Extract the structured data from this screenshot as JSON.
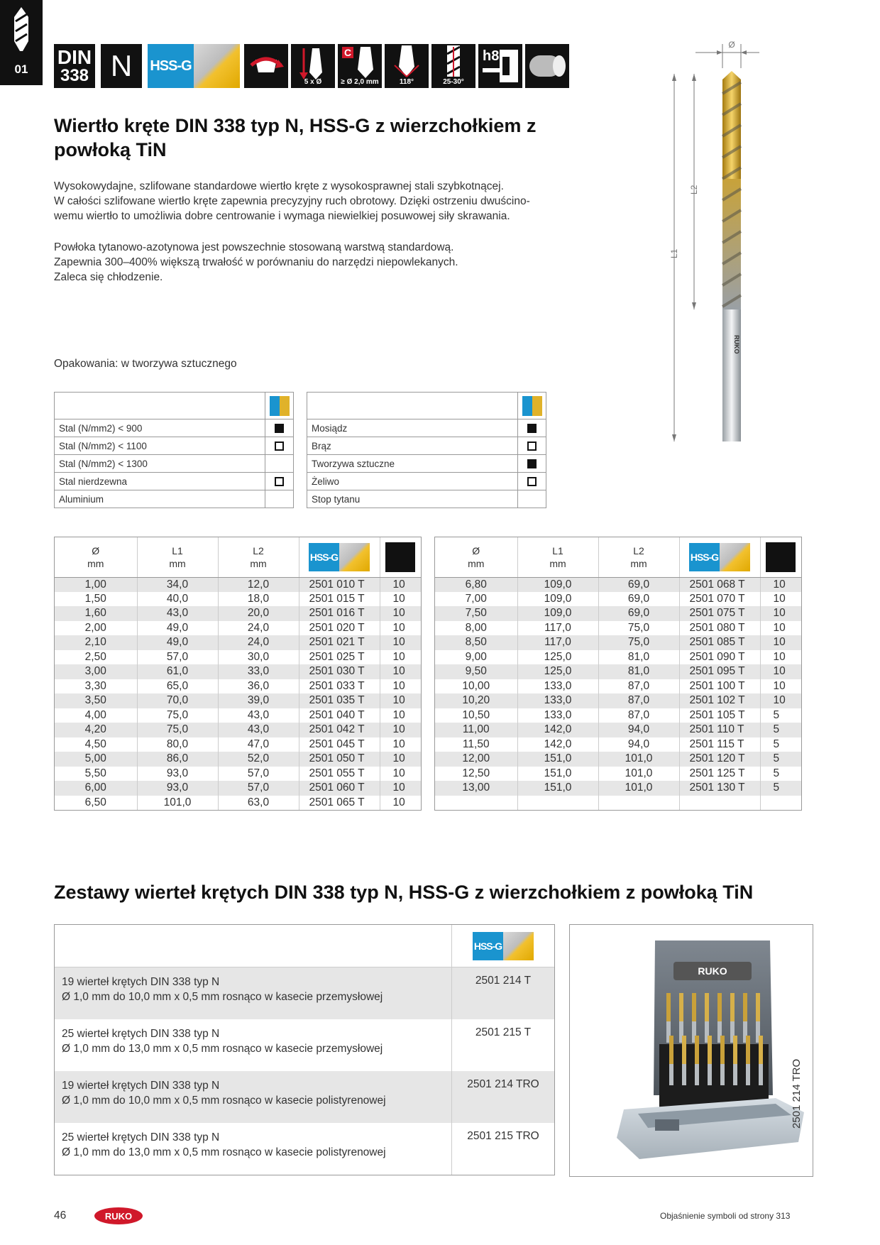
{
  "chapter": "01",
  "icons": {
    "din_top": "DIN",
    "din_bottom": "338",
    "type": "N",
    "material": "HSS-G",
    "depth": "5 x Ø",
    "point_min": "≥ Ø 2,0 mm",
    "angle": "118°",
    "helix": "25-30°",
    "tolerance": "h8"
  },
  "title": "Wiertło kręte DIN 338 typ N, HSS-G z wierzchołkiem z powłoką TiN",
  "intro": [
    "Wysokowydajne, szlifowane standardowe wiertło kręte z wysokosprawnej stali szybkotnącej.",
    "W całości szlifowane wiertło kręte zapewnia precyzyjny ruch obrotowy. Dzięki ostrzeniu dwuścino-",
    "wemu wiertło to umożliwia dobre centrowanie i wymaga niewielkiej posuwowej siły skrawania."
  ],
  "coating": [
    "Powłoka tytanowo-azotynowa jest powszechnie stosowaną warstwą standardową.",
    "Zapewnia 300–400% większą trwałość w porównaniu do narzędzi niepowlekanych.",
    "Zaleca się chłodzenie."
  ],
  "packaging": "Opakowania: w tworzywa sztucznego",
  "diagram": {
    "dia": "Ø",
    "l1": "L1",
    "l2": "L2",
    "brand": "RUKO"
  },
  "materials_left": [
    {
      "label": "Stal (N/mm2) < 900",
      "mark": "full"
    },
    {
      "label": "Stal (N/mm2) < 1100",
      "mark": "empty"
    },
    {
      "label": "Stal (N/mm2) < 1300",
      "mark": "none"
    },
    {
      "label": "Stal nierdzewna",
      "mark": "empty"
    },
    {
      "label": "Aluminium",
      "mark": "none"
    }
  ],
  "materials_right": [
    {
      "label": "Mosiądz",
      "mark": "full"
    },
    {
      "label": "Brąz",
      "mark": "empty"
    },
    {
      "label": "Tworzywa sztuczne",
      "mark": "full"
    },
    {
      "label": "Żeliwo",
      "mark": "empty"
    },
    {
      "label": "Stop tytanu",
      "mark": "none"
    }
  ],
  "size_headers": {
    "d": "Ø",
    "l1": "L1",
    "l2": "L2",
    "unit": "mm",
    "hss": "HSS-G"
  },
  "sizes_left": [
    [
      "1,00",
      "34,0",
      "12,0",
      "2501 010 T",
      "10"
    ],
    [
      "1,50",
      "40,0",
      "18,0",
      "2501 015 T",
      "10"
    ],
    [
      "1,60",
      "43,0",
      "20,0",
      "2501 016 T",
      "10"
    ],
    [
      "2,00",
      "49,0",
      "24,0",
      "2501 020 T",
      "10"
    ],
    [
      "2,10",
      "49,0",
      "24,0",
      "2501 021 T",
      "10"
    ],
    [
      "2,50",
      "57,0",
      "30,0",
      "2501 025 T",
      "10"
    ],
    [
      "3,00",
      "61,0",
      "33,0",
      "2501 030 T",
      "10"
    ],
    [
      "3,30",
      "65,0",
      "36,0",
      "2501 033 T",
      "10"
    ],
    [
      "3,50",
      "70,0",
      "39,0",
      "2501 035 T",
      "10"
    ],
    [
      "4,00",
      "75,0",
      "43,0",
      "2501 040 T",
      "10"
    ],
    [
      "4,20",
      "75,0",
      "43,0",
      "2501 042 T",
      "10"
    ],
    [
      "4,50",
      "80,0",
      "47,0",
      "2501 045 T",
      "10"
    ],
    [
      "5,00",
      "86,0",
      "52,0",
      "2501 050 T",
      "10"
    ],
    [
      "5,50",
      "93,0",
      "57,0",
      "2501 055 T",
      "10"
    ],
    [
      "6,00",
      "93,0",
      "57,0",
      "2501 060 T",
      "10"
    ],
    [
      "6,50",
      "101,0",
      "63,0",
      "2501 065 T",
      "10"
    ]
  ],
  "sizes_right": [
    [
      "6,80",
      "109,0",
      "69,0",
      "2501 068 T",
      "10"
    ],
    [
      "7,00",
      "109,0",
      "69,0",
      "2501 070 T",
      "10"
    ],
    [
      "7,50",
      "109,0",
      "69,0",
      "2501 075 T",
      "10"
    ],
    [
      "8,00",
      "117,0",
      "75,0",
      "2501 080 T",
      "10"
    ],
    [
      "8,50",
      "117,0",
      "75,0",
      "2501 085 T",
      "10"
    ],
    [
      "9,00",
      "125,0",
      "81,0",
      "2501 090 T",
      "10"
    ],
    [
      "9,50",
      "125,0",
      "81,0",
      "2501 095 T",
      "10"
    ],
    [
      "10,00",
      "133,0",
      "87,0",
      "2501 100 T",
      "10"
    ],
    [
      "10,20",
      "133,0",
      "87,0",
      "2501 102 T",
      "10"
    ],
    [
      "10,50",
      "133,0",
      "87,0",
      "2501 105 T",
      "5"
    ],
    [
      "11,00",
      "142,0",
      "94,0",
      "2501 110 T",
      "5"
    ],
    [
      "11,50",
      "142,0",
      "94,0",
      "2501 115 T",
      "5"
    ],
    [
      "12,00",
      "151,0",
      "101,0",
      "2501 120 T",
      "5"
    ],
    [
      "12,50",
      "151,0",
      "101,0",
      "2501 125 T",
      "5"
    ],
    [
      "13,00",
      "151,0",
      "101,0",
      "2501 130 T",
      "5"
    ],
    [
      "",
      "",
      "",
      "",
      ""
    ]
  ],
  "sets_title": "Zestawy wierteł krętych DIN 338 typ N, HSS-G z wierzchołkiem z powłoką TiN",
  "sets": [
    {
      "line1": "19 wierteł krętych DIN 338 typ N",
      "line2": "Ø 1,0 mm do 10,0 mm x 0,5 mm rosnąco w kasecie przemysłowej",
      "code": "2501 214 T"
    },
    {
      "line1": "25 wierteł krętych DIN 338 typ N",
      "line2": "Ø 1,0 mm do 13,0 mm x 0,5 mm rosnąco w kasecie przemysłowej",
      "code": "2501 215 T"
    },
    {
      "line1": "19 wierteł krętych DIN 338 typ N",
      "line2": "Ø 1,0 mm do 10,0 mm x 0,5 mm rosnąco w kasecie polistyrenowej",
      "code": "2501 214 TRO"
    },
    {
      "line1": "25 wierteł krętych DIN 338 typ N",
      "line2": "Ø 1,0 mm do 13,0 mm x 0,5 mm rosnąco w kasecie polistyrenowej",
      "code": "2501 215 TRO"
    }
  ],
  "photo_code": "2501 214 TRO",
  "photo_brand": "RUKO",
  "page_number": "46",
  "footer_note": "Objaśnienie symboli od strony 313",
  "footer_logo": "RUKO",
  "colors": {
    "hss_blue": "#1a94cf",
    "gold": "#e0b22a",
    "stripe": "#e6e6e6",
    "red": "#d0182a"
  }
}
